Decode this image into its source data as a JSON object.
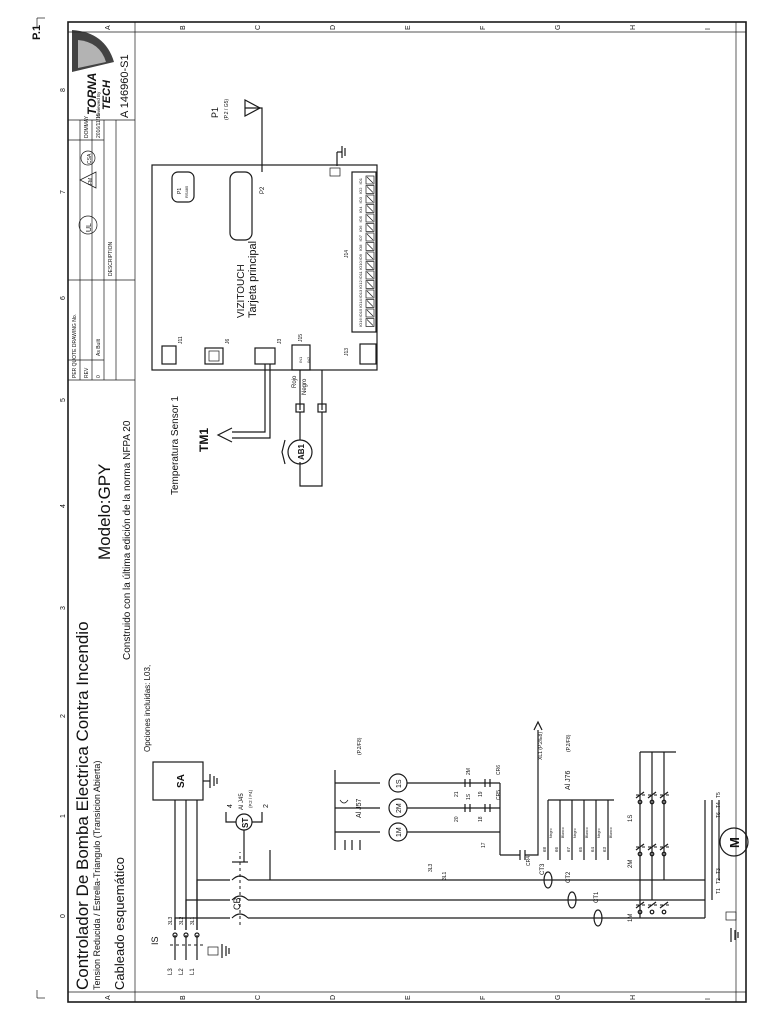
{
  "page_label": "P.1",
  "border": {
    "zones_top": [
      "A",
      "B",
      "C",
      "D",
      "E",
      "F",
      "G",
      "H",
      "I"
    ],
    "zones_side": [
      "0",
      "1",
      "2",
      "3",
      "4",
      "5",
      "6",
      "7",
      "8"
    ]
  },
  "title_block": {
    "title": "Controlador De Bomba Electrica Contra Incendio",
    "subtitle": "Tension Reducida / Estrella-Triangulo (Transicion Abierta)",
    "section": "Cableado esquemático",
    "model": "Modelo:GPY",
    "norm": "Construido con la última edición de la norma NFPA 20",
    "options": "Opciones incluidas: L03,",
    "drawing_no": "A 146960-S1",
    "per_quote": "PER QUOTE DRAWING No.",
    "rev_label": "REV",
    "rev_value": "0",
    "desc_label": "DESCRIPTION",
    "desc_value": "As Built",
    "drawn_label": "DOMMAY",
    "drawn_value": "2016/11/15",
    "reviewed_label": "Reviewed By",
    "logo_line1": "TORNA",
    "logo_line2": "TECH",
    "cert_marks": [
      "UL",
      "FM",
      "CSA"
    ]
  },
  "board": {
    "name": "VIZITOUCH",
    "subtitle": "Tarjeta principal",
    "connectors": {
      "p1": "P1",
      "p1_sub": "RS485",
      "p2": "P2",
      "j11": "J11",
      "j6": "J6",
      "j3": "J3",
      "j15": "J15",
      "j13": "J13",
      "j14": "J14"
    },
    "j14_pins": [
      "IO1",
      "IO2",
      "IO3",
      "IO4",
      "IO5",
      "IO6",
      "IO7",
      "IO8",
      "IO9",
      "IO10",
      "IO11",
      "IO12",
      "IO13",
      "IO14",
      "IO15",
      "IO16"
    ],
    "j13_pins": [
      "GND",
      "IN"
    ],
    "j15_pins": [
      "IN1",
      "IN2"
    ]
  },
  "external": {
    "p1_ref": "P1",
    "p1_page": "(P.2 / G5)",
    "temp_sensor": "Temperatura Sensor 1",
    "tm1": "TM1",
    "ab1": "AB1",
    "rojo": "Rojo",
    "negro": "Negro"
  },
  "power": {
    "is": "IS",
    "cb": "CB",
    "sa": "SA",
    "st": "ST",
    "lines_in": [
      "L3",
      "L2",
      "L1"
    ],
    "lines_out": [
      "3L3",
      "3L2",
      "3L1"
    ],
    "bus_labels": [
      "3L3",
      "3L1"
    ],
    "al_j45": "Al J45",
    "al_j45_page": "(P.2 / F4)",
    "al_j45_pins": [
      "4",
      "2"
    ],
    "al_j57": "Al J57",
    "al_j57_page": "(P.2/F8)",
    "contactors": [
      "1M",
      "2M",
      "1S"
    ],
    "wire_nums": [
      "20",
      "21",
      "18",
      "19",
      "17"
    ],
    "contacts": [
      "1S",
      "2M",
      "CR5",
      "CR6",
      "CR4"
    ],
    "xl1": "XL1 (P.2/E8)",
    "al_j76": "Al J76",
    "al_j76_page": "(P.2/F8)",
    "ct_labels": [
      "CT1",
      "CT2",
      "CT3"
    ],
    "ct_wire_nums": [
      "68",
      "66",
      "67",
      "65",
      "64",
      "63"
    ],
    "ct_wire_colors": [
      "Negro",
      "Blanco",
      "Negro",
      "Blanco",
      "Negro",
      "Blanco"
    ],
    "motor_contactors": [
      "1M",
      "2M",
      "1S"
    ],
    "motor_terminals_top": [
      "T6",
      "T4",
      "T5"
    ],
    "motor_terminals_bottom": [
      "T1",
      "T2",
      "T3"
    ],
    "motor": "M"
  }
}
